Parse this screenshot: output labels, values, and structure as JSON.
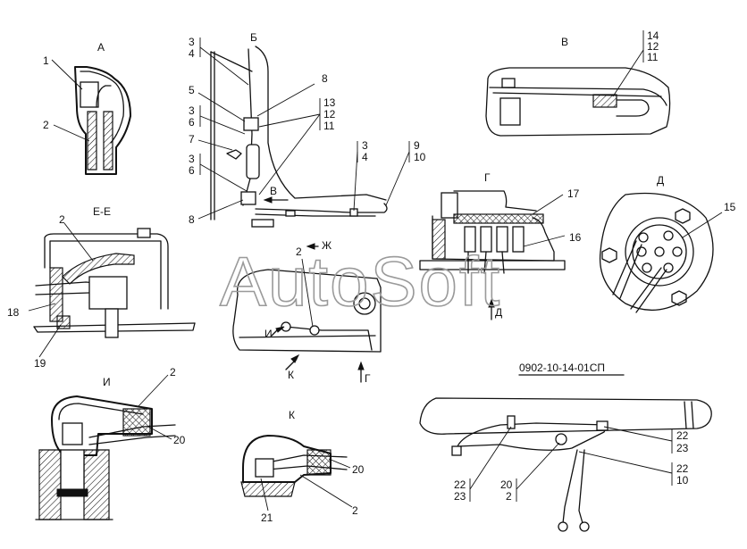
{
  "document": {
    "code": "0902-10-14-01СП"
  },
  "watermark": "AutoSoft",
  "views": {
    "A": {
      "title": "А",
      "callouts": [
        "1",
        "2"
      ]
    },
    "B": {
      "title": "Б",
      "callouts": [
        "3",
        "4",
        "8",
        "5",
        "13",
        "3",
        "12",
        "6",
        "11",
        "7",
        "3",
        "6",
        "8",
        "3",
        "4",
        "9",
        "10"
      ],
      "arrow_ref": "В"
    },
    "V": {
      "title": "В",
      "callouts": [
        "14",
        "12",
        "11"
      ]
    },
    "G": {
      "title": "Г",
      "callouts": [
        "17",
        "16"
      ],
      "arrow_ref": "Д"
    },
    "D": {
      "title": "Д",
      "callouts": [
        "15"
      ]
    },
    "EE": {
      "title": "Е-Е",
      "callouts": [
        "2",
        "18",
        "19"
      ]
    },
    "ZH": {
      "title": "Ж",
      "callouts": [
        "2"
      ],
      "arrow_refs": [
        "И",
        "К",
        "Г"
      ]
    },
    "I": {
      "title": "И",
      "callouts": [
        "2",
        "20"
      ]
    },
    "K": {
      "title": "К",
      "callouts": [
        "20",
        "21",
        "2"
      ]
    },
    "harness": {
      "callouts": [
        "22",
        "23",
        "22",
        "10",
        "22",
        "23",
        "20",
        "2"
      ]
    }
  }
}
